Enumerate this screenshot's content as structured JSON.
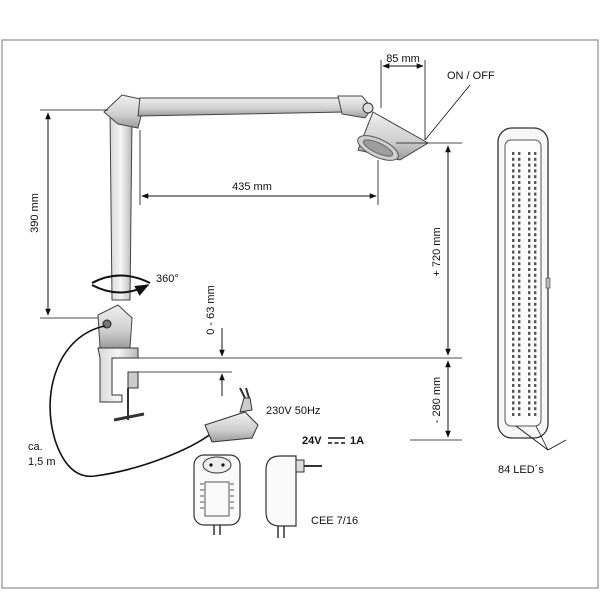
{
  "dimensions": {
    "head_width": "85 mm",
    "arm_length": "435 mm",
    "post_height": "390 mm",
    "rotation": "360°",
    "clamp_range": "0 - 63 mm",
    "reach_up": "+ 720 mm",
    "reach_down": "- 280 mm"
  },
  "labels": {
    "switch": "ON / OFF",
    "cable_prefix": "ca.",
    "cable_length": "1,5 m",
    "mains": "230V  50Hz",
    "output_voltage": "24V",
    "output_current": "1A",
    "plug_standard": "CEE 7/16",
    "led_count": "84 LED´s"
  },
  "icons": {
    "dc_symbol": "dc-current-icon",
    "rotation_arrow": "rotation-arrow-icon"
  }
}
